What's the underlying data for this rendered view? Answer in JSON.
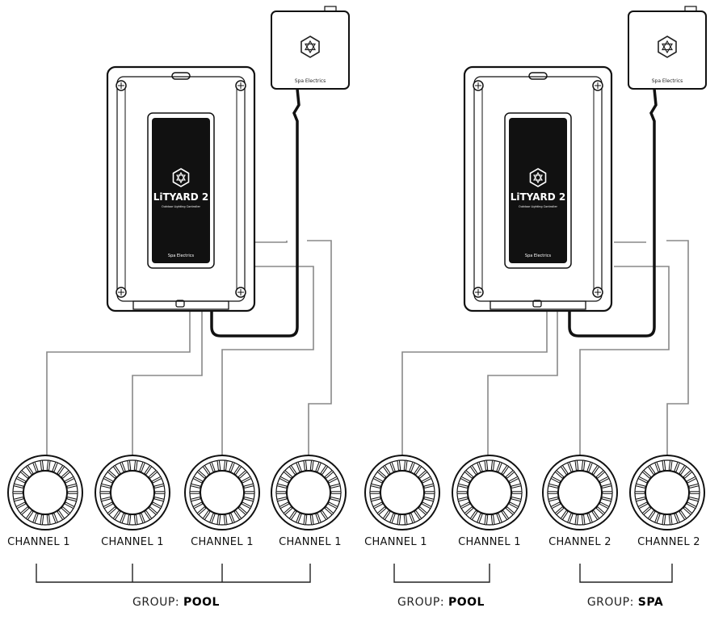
{
  "controllers": [
    {
      "name": "LiTYARD 2",
      "sub": "Outdoor Lighting Controller",
      "brand": "Spa Electrics",
      "box_brand": "Spa Electrics"
    },
    {
      "name": "LiTYARD 2",
      "sub": "Outdoor Lighting Controller",
      "brand": "Spa Electrics",
      "box_brand": "Spa Electrics"
    }
  ],
  "lights": [
    {
      "label": "CHANNEL 1"
    },
    {
      "label": "CHANNEL 1"
    },
    {
      "label": "CHANNEL 1"
    },
    {
      "label": "CHANNEL 1"
    },
    {
      "label": "CHANNEL 1"
    },
    {
      "label": "CHANNEL 1"
    },
    {
      "label": "CHANNEL 2"
    },
    {
      "label": "CHANNEL 2"
    }
  ],
  "groups": [
    {
      "prefix": "GROUP: ",
      "name": "POOL"
    },
    {
      "prefix": "GROUP: ",
      "name": "POOL"
    },
    {
      "prefix": "GROUP: ",
      "name": "SPA"
    }
  ]
}
